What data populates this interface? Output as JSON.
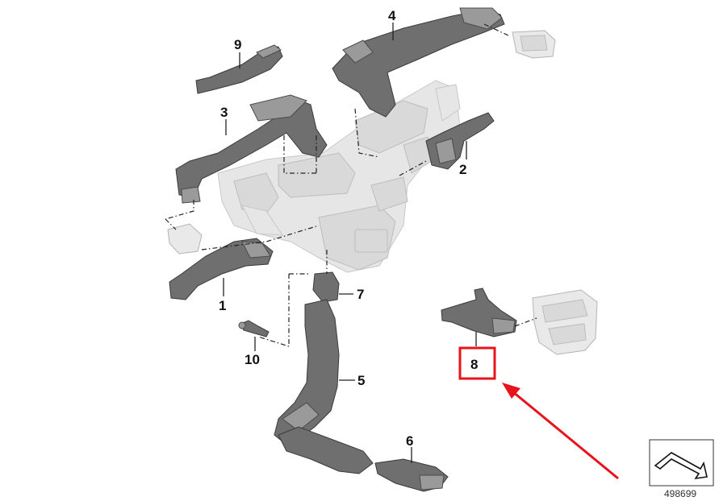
{
  "diagram": {
    "callouts": [
      "1",
      "2",
      "3",
      "4",
      "5",
      "6",
      "7",
      "8",
      "9",
      "10"
    ],
    "highlighted_callout": "8",
    "highlight_color": "#e8141c",
    "part_color": "#6f6f6f",
    "catalog_number": "498699"
  }
}
